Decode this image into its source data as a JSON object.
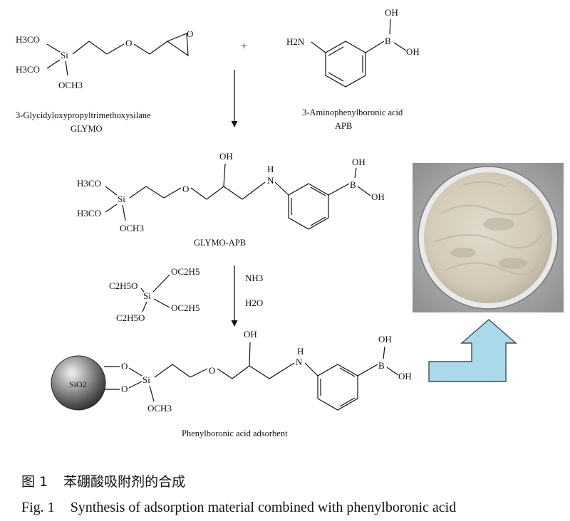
{
  "reactants": {
    "glymo": {
      "groups": [
        "H3CO",
        "H3CO",
        "OCH3"
      ],
      "si": "Si",
      "ether_o": "O",
      "epoxide_o": "O",
      "name": "3-Glycidyloxypropyltrimethoxysilane",
      "abbr": "GLYMO"
    },
    "plus": "+",
    "apb": {
      "amine": "H2N",
      "boron": "B",
      "oh": [
        "OH",
        "OH"
      ],
      "name": "3-Aminophenylboronic acid",
      "abbr": "APB"
    }
  },
  "intermediate": {
    "groups": [
      "H3CO",
      "H3CO",
      "OCH3"
    ],
    "si": "Si",
    "ether_o": "O",
    "oh": "OH",
    "nh": "N",
    "h": "H",
    "boron": "B",
    "boh": [
      "OH",
      "OH"
    ],
    "name": "GLYMO-APB"
  },
  "teos": {
    "si": "Si",
    "groups": [
      "C2H5O",
      "OC2H5",
      "C2H5O",
      "OC2H5"
    ]
  },
  "conditions": [
    "NH3",
    "H2O"
  ],
  "product": {
    "sphere": "SiO2",
    "o_links": [
      "O",
      "O"
    ],
    "si": "Si",
    "och3": "OCH3",
    "ether_o": "O",
    "oh": "OH",
    "nh": "N",
    "h": "H",
    "boron": "B",
    "boh": [
      "OH",
      "OH"
    ],
    "name": "Phenylboronic acid adsorbent"
  },
  "caption": {
    "cn_label": "图 1",
    "cn_text": "苯硼酸吸附剂的合成",
    "en_label": "Fig. 1",
    "en_text": "Synthesis of adsorption material combined with phenylboronic acid"
  },
  "colors": {
    "arrow_fill": "#aad9ea",
    "arrow_stroke": "#3a4f5c",
    "powder": "#d9d1bf",
    "sphere": "#5a5a5a"
  }
}
